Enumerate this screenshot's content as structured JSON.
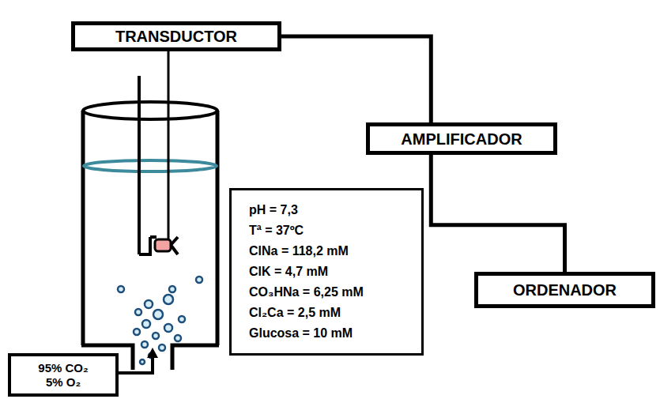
{
  "diagram": {
    "nodes": [
      {
        "text": [
          "TRANSDUCTOR"
        ]
      },
      {
        "text": [
          "AMPLIFICADOR"
        ]
      },
      {
        "text": [
          "ORDENADOR"
        ]
      },
      {
        "text": [
          "pH = 7,3",
          "Tª = 37ºC",
          "ClNa = 118,2 mM",
          "ClK = 4,7 mM",
          "CO₃HNa = 6,25 mM",
          "Cl₂Ca = 2,5 mM",
          "Glucosa = 10 mM"
        ]
      },
      {
        "text": [
          "95% CO₂",
          "5% O₂"
        ]
      }
    ],
    "edges": [
      {
        "from": 0,
        "to": 1,
        "arrow": "none"
      },
      {
        "from": 1,
        "to": 2,
        "arrow": "none"
      }
    ]
  }
}
